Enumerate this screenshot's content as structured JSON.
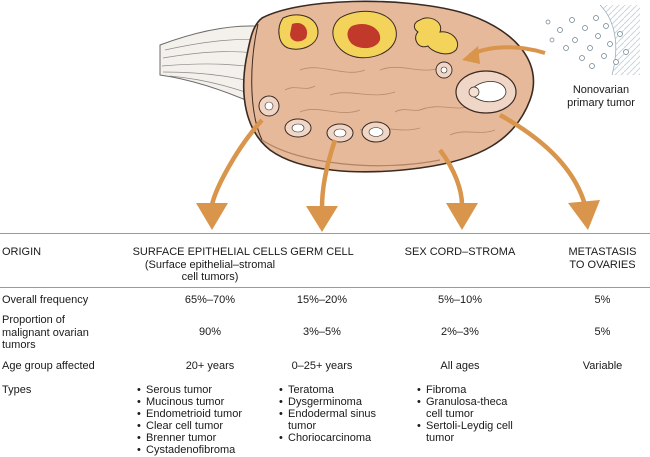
{
  "nonovarian_label": [
    "Nonovarian",
    "primary tumor"
  ],
  "headers": {
    "origin": "ORIGIN",
    "surface": [
      "SURFACE EPITHELIAL CELLS",
      "(Surface epithelial–stromal",
      "cell tumors)"
    ],
    "germ": "GERM CELL",
    "sexcord": "SEX CORD–STROMA",
    "metastasis": [
      "METASTASIS",
      "TO OVARIES"
    ]
  },
  "rows": {
    "frequency": {
      "label": "Overall frequency",
      "values": [
        "65%–70%",
        "15%–20%",
        "5%–10%",
        "5%"
      ]
    },
    "proportion": {
      "label": [
        "Proportion of",
        "malignant ovarian",
        "tumors"
      ],
      "values": [
        "90%",
        "3%–5%",
        "2%–3%",
        "5%"
      ]
    },
    "age": {
      "label": "Age group affected",
      "values": [
        "20+ years",
        "0–25+ years",
        "All ages",
        "Variable"
      ]
    },
    "types": {
      "label": "Types",
      "surface": [
        "Serous tumor",
        "Mucinous tumor",
        "Endometrioid tumor",
        "Clear cell tumor",
        "Brenner tumor",
        "Cystadenofibroma"
      ],
      "germ": [
        "Teratoma",
        "Dysgerminoma",
        "Endodermal sinus tumor",
        "Choriocarcinoma"
      ],
      "sexcord": [
        "Fibroma",
        "Granulosa-theca cell tumor",
        "Sertoli-Leydig cell tumor"
      ]
    }
  },
  "colors": {
    "arrow": "#d9954b",
    "ovary": "#e6b99a",
    "ovary_outline": "#3a2a22",
    "cyst_yellow": "#f3d35a",
    "cyst_red": "#c0392b",
    "rule": "#9a9a9a"
  }
}
